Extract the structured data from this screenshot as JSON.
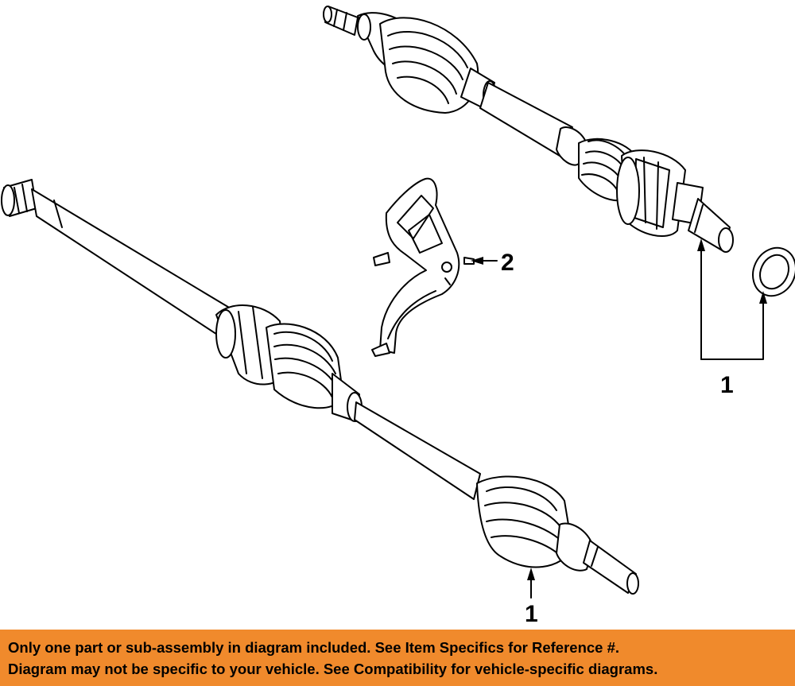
{
  "colors": {
    "footer_background": "#F08A2C",
    "line": "#000000",
    "background": "#FFFFFF"
  },
  "callouts": {
    "upper_axle": "1",
    "bracket": "2",
    "lower_axle": "1"
  },
  "footer": {
    "line1": "Only one part or sub-assembly in diagram included. See Item Specifics for Reference #.",
    "line2": "Diagram may not be specific to your vehicle. See Compatibility for vehicle-specific diagrams."
  }
}
